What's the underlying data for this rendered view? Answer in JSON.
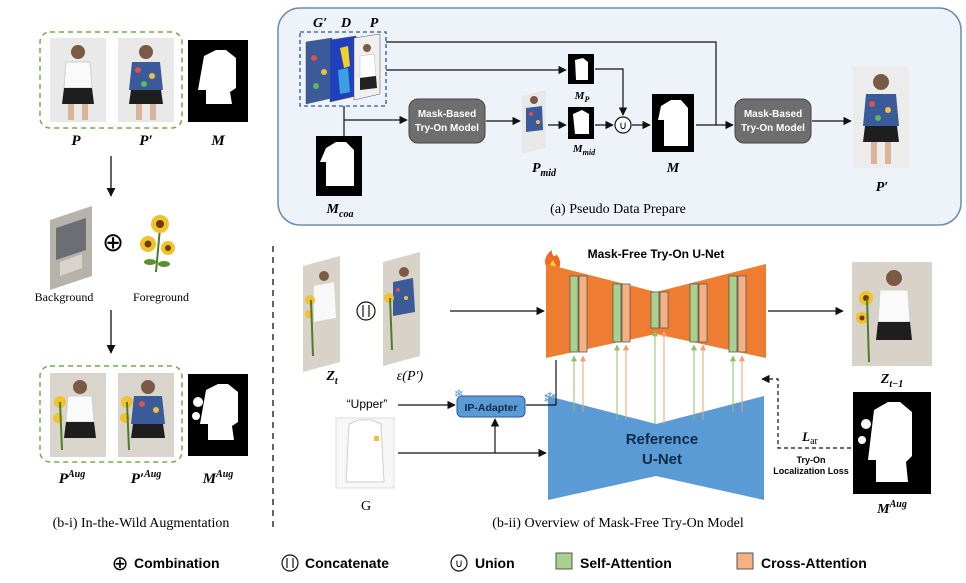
{
  "left": {
    "labels": {
      "p": "P",
      "p_prime": "P′",
      "m": "M",
      "p_aug": "P",
      "p_aug_sup": "Aug",
      "p_prime_aug": "P′",
      "p_prime_aug_sup": "Aug",
      "m_aug": "M",
      "m_aug_sup": "Aug"
    },
    "background": "Background",
    "foreground": "Foreground",
    "caption": "(b-i) In-the-Wild Augmentation"
  },
  "pseudo": {
    "caption": "(a) Pseudo Data Prepare",
    "stack_labels": [
      "G′",
      "D",
      "P"
    ],
    "try_on_1": [
      "Mask-Based",
      "Try-On Model"
    ],
    "try_on_2": [
      "Mask-Based",
      "Try-On Model"
    ],
    "m_coa": "M",
    "m_coa_sub": "coa",
    "p_mid": "P",
    "p_mid_sub": "mid",
    "m_p": "M",
    "m_p_sub": "P",
    "m_mid": "M",
    "m_mid_sub": "mid",
    "union_symbol": "∪",
    "m": "M",
    "p_prime": "P′"
  },
  "overview": {
    "caption": "(b-ii) Overview of Mask-Free Try-On Model",
    "unet_title": "Mask-Free Try-On U-Net",
    "ref_title": [
      "Reference",
      "U-Net"
    ],
    "ip_adapter": "IP-Adapter",
    "upper": "“Upper”",
    "g": "G",
    "z_t": "Z",
    "z_t_sub": "t",
    "enc": "ε(P′)",
    "z_t1": "Z",
    "z_t1_sub": "t−1",
    "l_ar": "L",
    "l_ar_sub": "ar",
    "loss": [
      "Try-On",
      "Localization Loss"
    ],
    "m_aug": "M",
    "m_aug_sup": "Aug"
  },
  "legend": {
    "combination": "Combination",
    "concatenate": "Concatenate",
    "union": "Union",
    "self_attention": "Self-Attention",
    "cross_attention": "Cross-Attention"
  },
  "colors": {
    "unet_orange": "#ee7d31",
    "ref_blue": "#5b9bd5",
    "self_attn": "#a9d18e",
    "cross_attn": "#f4b183",
    "panel_bg": "#eef3fa",
    "panel_border": "#6a8cb3",
    "gray_box": "#6e6e6e",
    "dashed_green": "#70ad47"
  }
}
